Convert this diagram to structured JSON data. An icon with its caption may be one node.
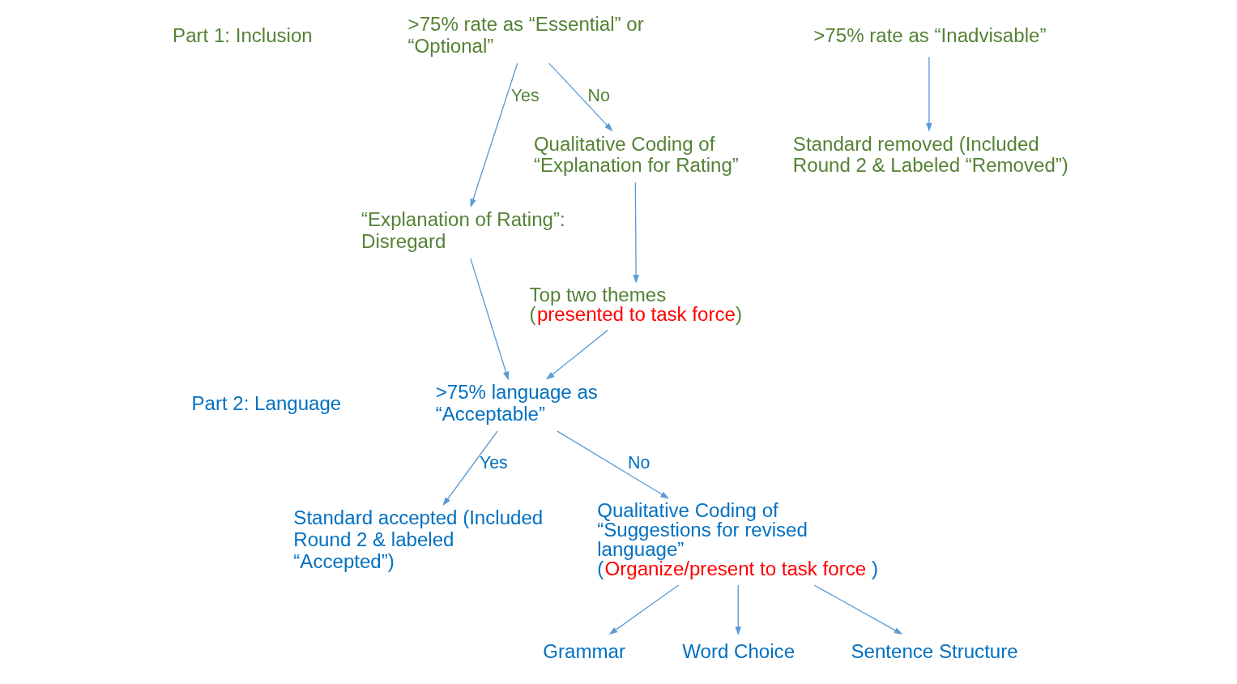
{
  "diagram": {
    "nodes": [
      {
        "text": [
          ">75% rate as “Essential” or “Optional”"
        ]
      },
      {
        "text": [
          "“Explanation of Rating”: Disregard"
        ]
      },
      {
        "text": [
          "Qualitative Coding of “Explanation for Rating”"
        ]
      },
      {
        "text": [
          ">75% rate as “Inadvisable”"
        ]
      },
      {
        "text": [
          "Standard removed (Included Round 2 & Labeled “Removed”)"
        ]
      },
      {
        "text": [
          "Top two themes",
          "(presented to task force)"
        ]
      },
      {
        "text": [
          ">75% language as “Acceptable”"
        ]
      },
      {
        "text": [
          "Standard accepted (Included Round 2 & labeled “Accepted”)"
        ]
      },
      {
        "text": [
          "Qualitative Coding of “Suggestions for revised language”",
          "(Organize/present to task force )"
        ]
      },
      {
        "text": [
          "Grammar"
        ]
      },
      {
        "text": [
          "Word Choice"
        ]
      },
      {
        "text": [
          "Sentence Structure"
        ]
      }
    ],
    "edges": [
      {
        "from": 0,
        "to": 1,
        "arrow": "to",
        "label": "Yes"
      },
      {
        "from": 0,
        "to": 2,
        "arrow": "to",
        "label": "No"
      },
      {
        "from": 3,
        "to": 4,
        "arrow": "to"
      },
      {
        "from": 2,
        "to": 5,
        "arrow": "to"
      },
      {
        "from": 1,
        "to": 6,
        "arrow": "to"
      },
      {
        "from": 5,
        "to": 6,
        "arrow": "to"
      },
      {
        "from": 6,
        "to": 7,
        "arrow": "to",
        "label": "Yes"
      },
      {
        "from": 6,
        "to": 8,
        "arrow": "to",
        "label": "No"
      },
      {
        "from": 8,
        "to": 9,
        "arrow": "to"
      },
      {
        "from": 8,
        "to": 10,
        "arrow": "to"
      },
      {
        "from": 8,
        "to": 11,
        "arrow": "to"
      }
    ],
    "labels": [
      "Part 1: Inclusion",
      "Part 2: Language"
    ]
  }
}
